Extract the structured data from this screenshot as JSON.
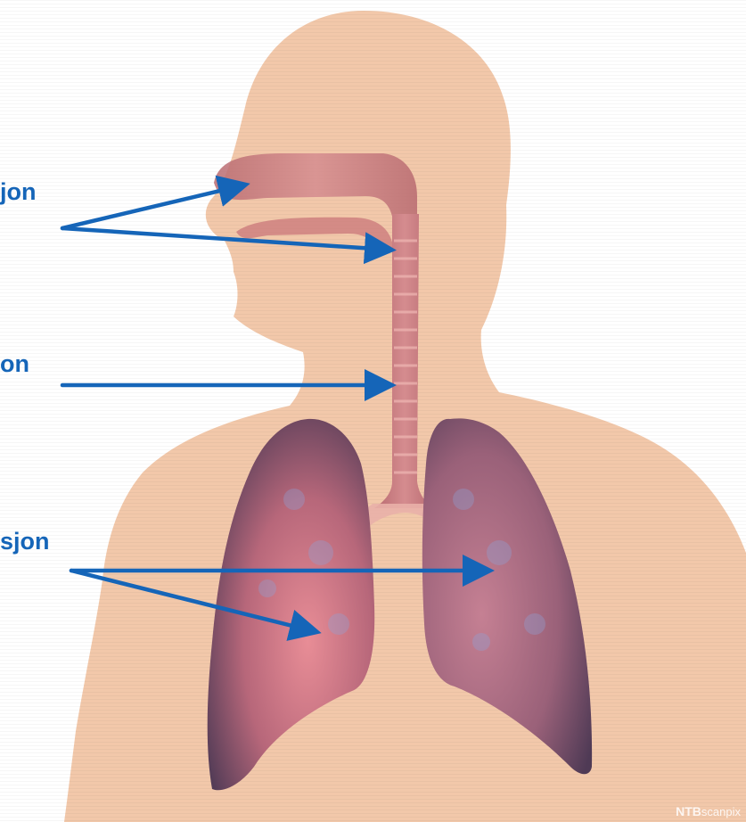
{
  "labels": {
    "upper_airway": "jon",
    "trachea": "on",
    "lungs": "sjon"
  },
  "watermark": {
    "brand": "NTB",
    "suffix": "scanpix"
  },
  "colors": {
    "skin": "#f2c8aa",
    "airway": "#c9777a",
    "lung_dark": "#5b3f5a",
    "lung_pink": "#e58f98",
    "arrow": "#1565b8"
  }
}
